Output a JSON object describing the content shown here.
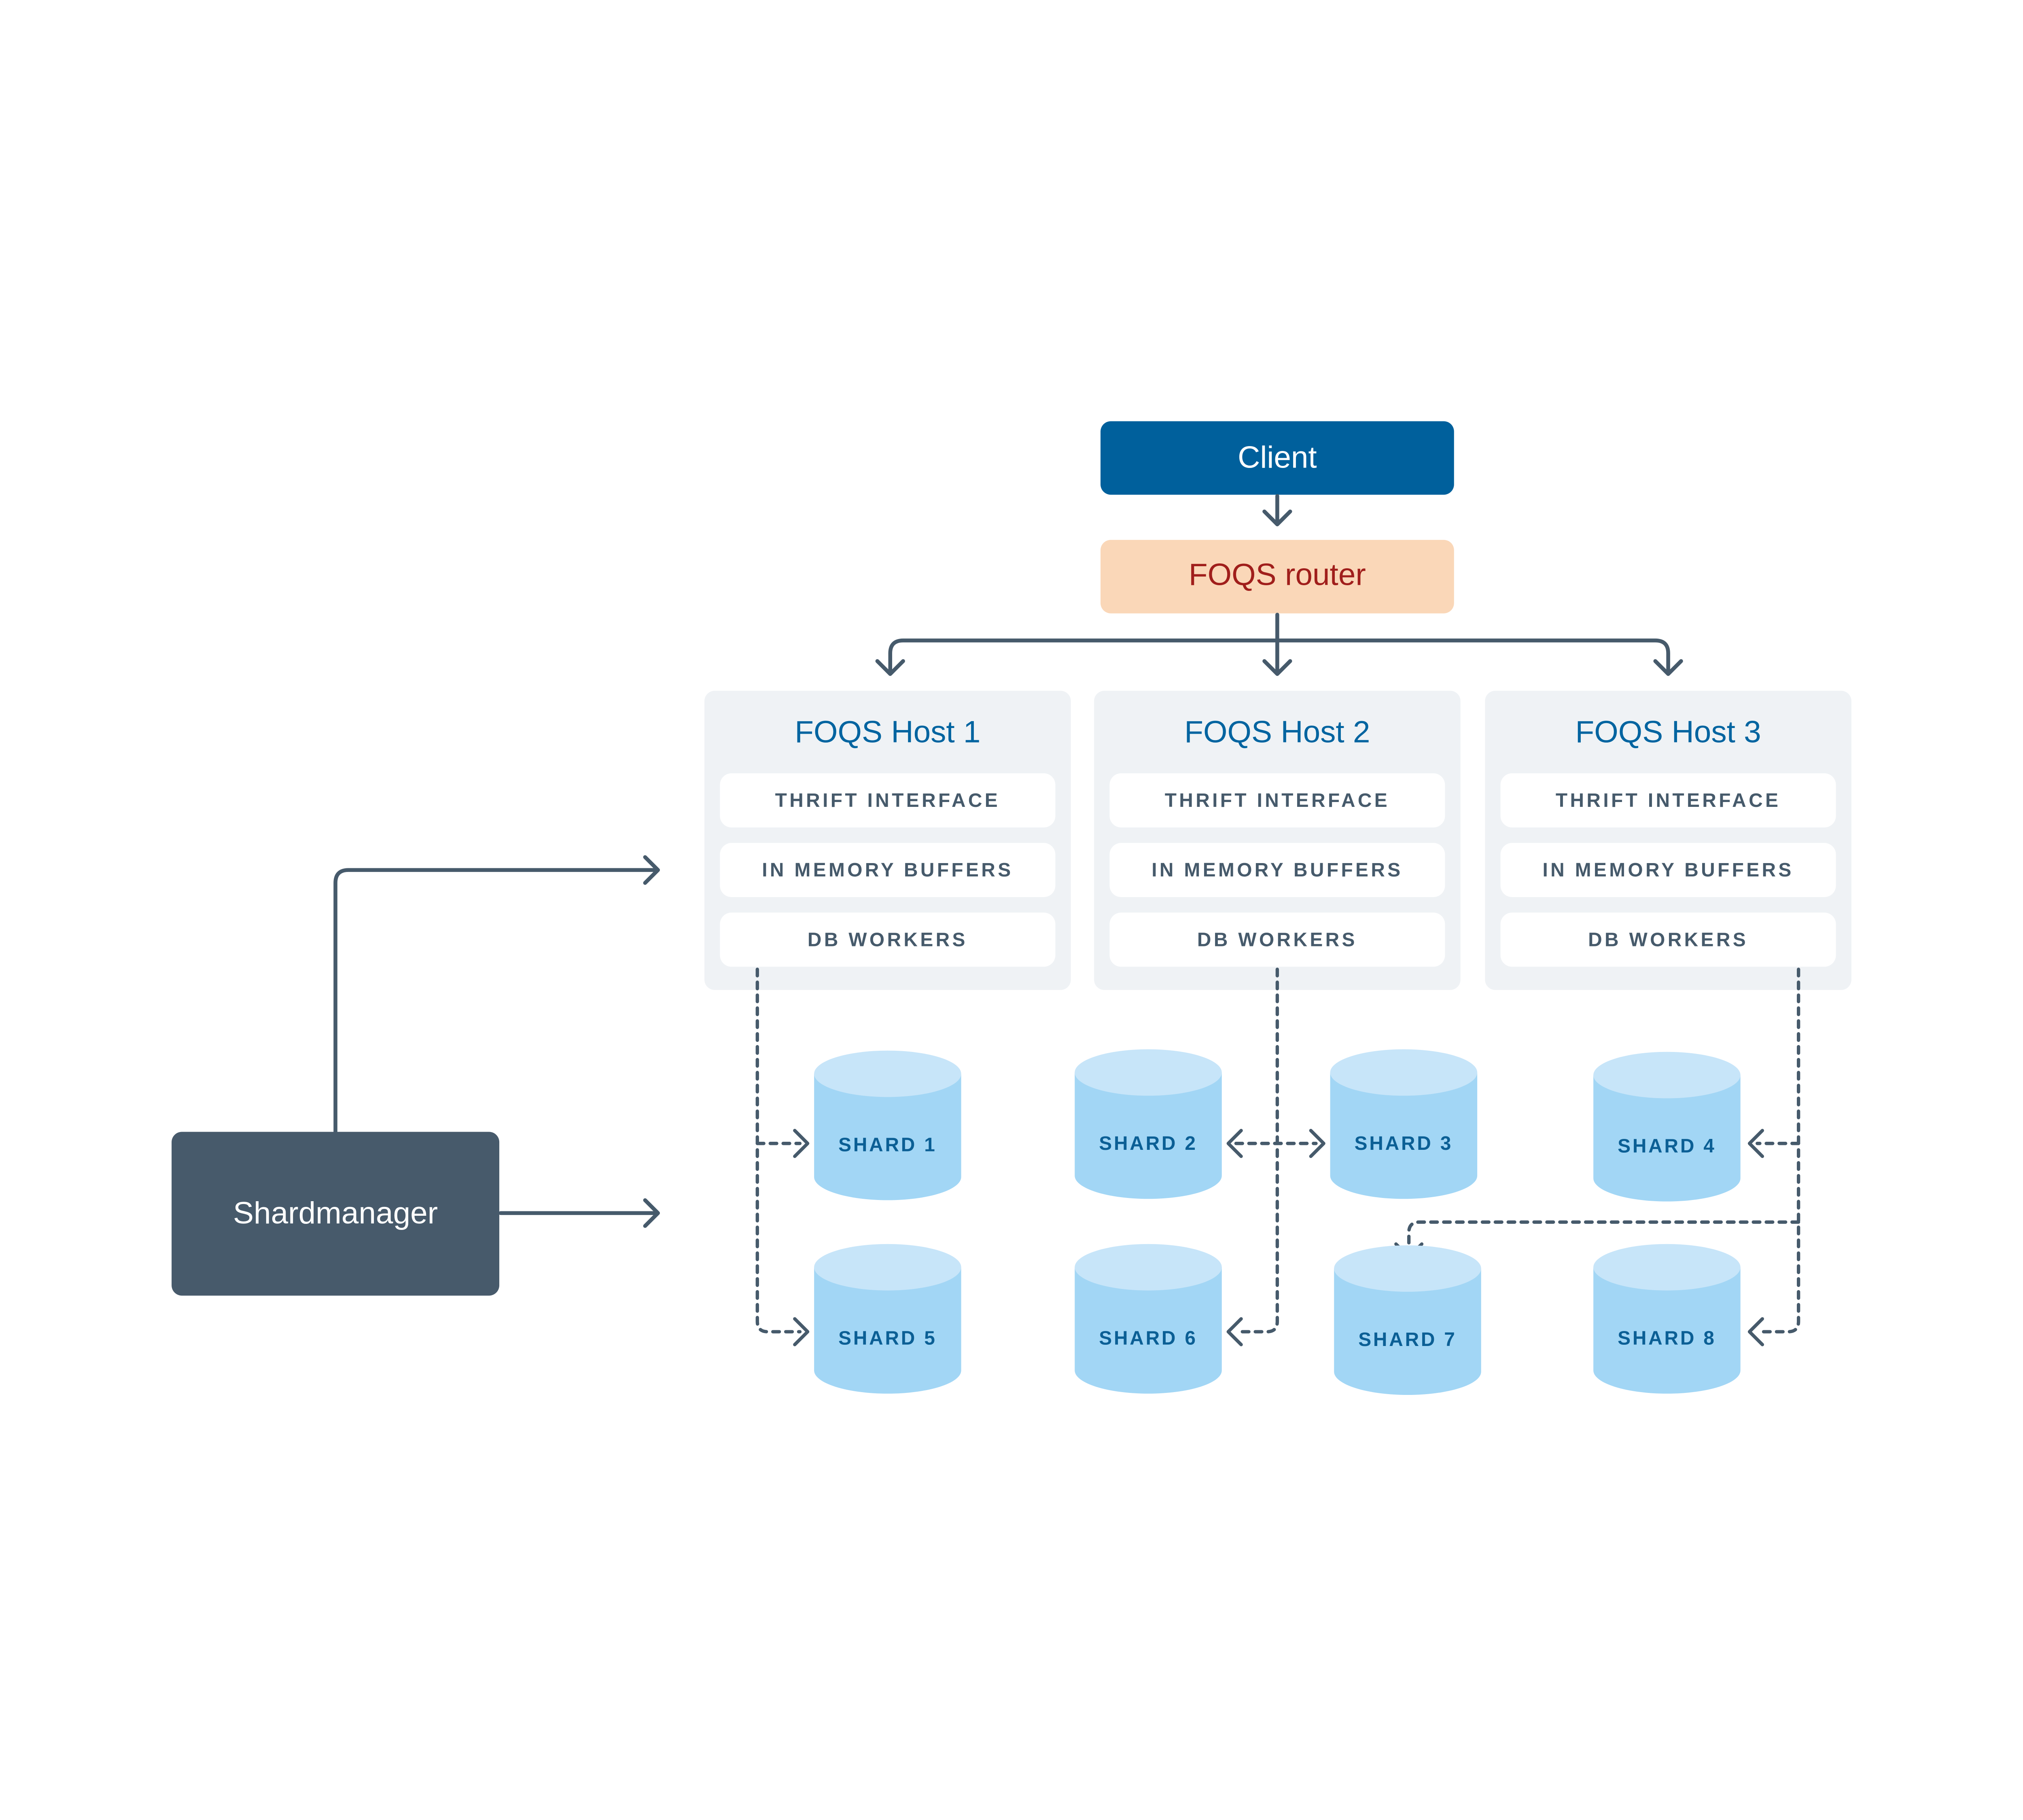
{
  "client": {
    "label": "Client",
    "color": "#00609c"
  },
  "router": {
    "label": "FOQS router",
    "color": "#fad7b8",
    "text_color": "#a01e1b"
  },
  "hosts": [
    {
      "title": "FOQS Host 1",
      "layers": [
        "THRIFT INTERFACE",
        "IN MEMORY BUFFERS",
        "DB WORKERS"
      ]
    },
    {
      "title": "FOQS Host 2",
      "layers": [
        "THRIFT INTERFACE",
        "IN MEMORY BUFFERS",
        "DB WORKERS"
      ]
    },
    {
      "title": "FOQS Host 3",
      "layers": [
        "THRIFT INTERFACE",
        "IN MEMORY BUFFERS",
        "DB WORKERS"
      ]
    }
  ],
  "shards": [
    "SHARD 1",
    "SHARD 2",
    "SHARD 3",
    "SHARD 4",
    "SHARD 5",
    "SHARD 6",
    "SHARD 7",
    "SHARD 8"
  ],
  "shardmanager": {
    "label": "Shardmanager",
    "color": "#475a6b"
  },
  "colors": {
    "host_bg": "#eff2f5",
    "host_title": "#0064a0",
    "shard_top": "#c7e5f9",
    "shard_body": "#a2d6f5",
    "connector": "#465a6b"
  }
}
